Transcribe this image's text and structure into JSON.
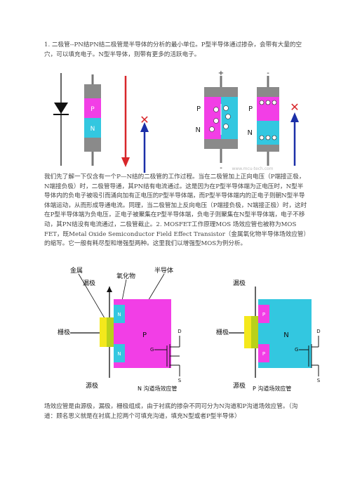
{
  "paragraphs": {
    "p1": "1. 二极管--PN结PN结二极管是半导体的分析的最小单位。P型半导体通过掺杂，会带有大量的空穴，可以填充电子。N型半导体，则带有更多的活跃电子。",
    "p2": "我们先了解一下仅含有一个P—N结的二极管的工作过程。当在二极管加上正向电压（P端接正极，N端接负极）时，二极管导通，其PN结有电流通过。这是因为在P型半导体端为正电压时，N型半导体内的负电子被吸引而涌向加有正电压的P型半导体端，而P型半导体端内的正电子则朝N型半导体端运动，从而形成导通电流。同理，当二极管加上反向电压（P端接负极，N端接正极）时，这时在P型半导体端为负电压，正电子被聚集在P型半导体端，负电子则聚集在N型半导体端，电子不移动，其PN结没有电流通过，二极管截止。2. MOSFET工作原理MOS 场效应管也被称为MOS FET，既Metal Oxide Semiconductor Field Effect Transistor（金属氧化物半导体场效应管）的缩写。它一般有耗尽型和增强型两种。这里我们以增强型MOS为例分析。",
    "p3": "场效应管是由源极，漏极，栅极组成，由于衬底的掺杂不同可分为N沟道和P沟道场效应管。（沟道：顾名思义就是在衬底上挖两个可填充沟道，填充N型或者P型半导体）"
  },
  "diode_figure": {
    "p_label": "P",
    "n_label": "N",
    "plus_sign": "+",
    "minus_sign": "-",
    "cross_mark": "✕",
    "watermark": "www.mcu-tech.com"
  },
  "mos_figure": {
    "label_metal": "金属",
    "label_drain": "漏极",
    "label_oxide": "氧化物",
    "label_semiconductor": "半导体",
    "label_gate": "栅极",
    "label_source": "源极",
    "n_region": "N",
    "p_region": "P",
    "caption_n": "N 沟道场效应管",
    "caption_p": "P 沟道场效应管",
    "sym_d": "D",
    "sym_g": "G",
    "sym_s": "S"
  },
  "colors": {
    "p_region": "#f23ee6",
    "n_region": "#33c7e0",
    "oxide": "#b9d11a",
    "arrow_red": "#d8262a",
    "arrow_blue": "#1b2fa8"
  }
}
